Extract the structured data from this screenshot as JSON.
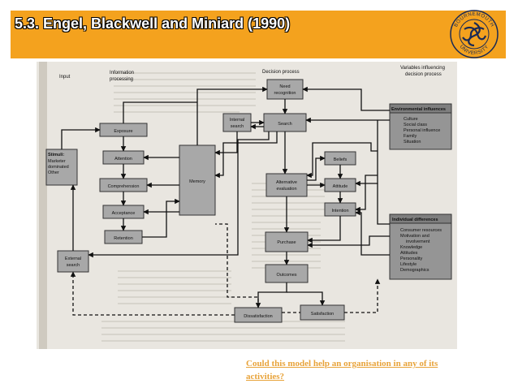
{
  "slide": {
    "title": "5.3. Engel, Blackwell and Miniard (1990)",
    "question": "Could this model help an organisation in any of its activities?"
  },
  "logo": {
    "text_top": "BOURNEMOUTH",
    "text_bottom": "UNIVERSITY",
    "colors": {
      "ring": "#1a2a55",
      "fill": "#F4A21E"
    }
  },
  "colors": {
    "header_bg": "#F4A21E",
    "title_text": "#ffffff",
    "question_text": "#E8A33A",
    "box_fill": "#a8a8a8"
  },
  "diagram": {
    "column_headers": {
      "input": "Input",
      "information_processing": [
        "Information",
        "processing"
      ],
      "decision_process": "Decision process",
      "variables": [
        "Variables influencing",
        "decision process"
      ]
    },
    "stimuli": {
      "title": "Stimuli:",
      "lines": [
        "Marketer",
        "dominated",
        "Other"
      ]
    },
    "info_boxes": [
      "Exposure",
      "Attention",
      "Comprehension",
      "Acceptance",
      "Retention"
    ],
    "memory": "Memory",
    "external_search": [
      "External",
      "search"
    ],
    "internal_search": [
      "Internal",
      "search"
    ],
    "decision_boxes": {
      "need_recognition": [
        "Need",
        "recognition"
      ],
      "search": "Search",
      "alternative_evaluation": [
        "Alternative",
        "evaluation"
      ],
      "purchase": "Purchase",
      "outcomes": "Outcomes"
    },
    "belief_boxes": [
      "Beliefs",
      "Attitude",
      "Intention"
    ],
    "outcome_boxes": {
      "dissatisfaction": "Dissatisfaction",
      "satisfaction": "Satisfaction"
    },
    "environmental": {
      "title": "Environmental influences",
      "items": [
        "Culture",
        "Social class",
        "Personal influence",
        "Family",
        "Situation"
      ]
    },
    "individual": {
      "title": "Individual differences",
      "items": [
        "Consumer resources",
        "Motivation and",
        "involvement",
        "Knowledge",
        "Attitudes",
        "Personality",
        "Lifestyle",
        "Demographics"
      ]
    }
  }
}
